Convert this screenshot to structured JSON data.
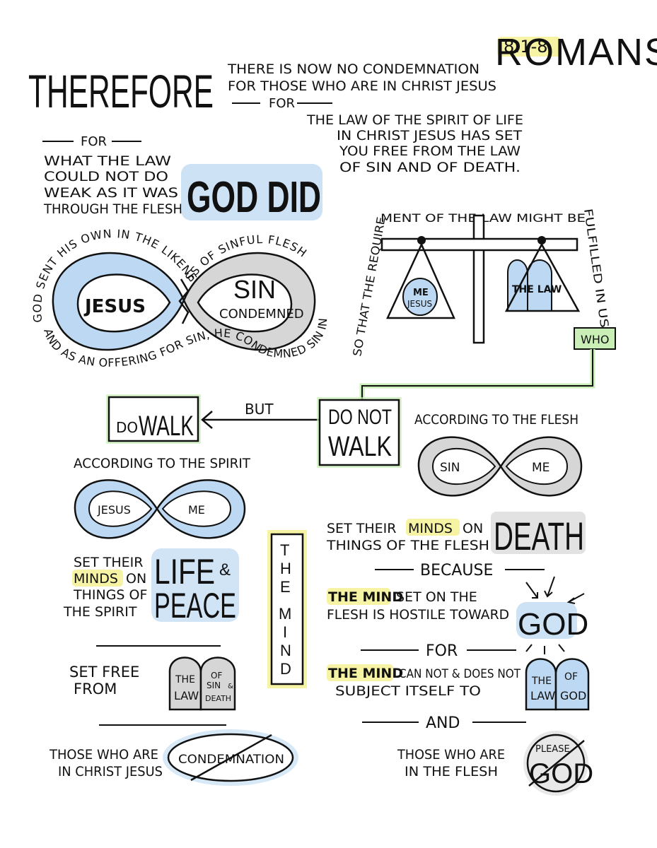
{
  "reference": {
    "book": "ROMANS",
    "verses": "8:1-8"
  },
  "intro": {
    "therefore": "THEREFORE",
    "line1": "THERE IS NOW NO CONDEMNATION",
    "line2": "FOR THOSE WHO ARE IN CHRIST JESUS",
    "for": "FOR",
    "law_lines": [
      "THE LAW OF THE SPIRIT OF LIFE",
      "IN CHRIST JESUS HAS SET",
      "YOU FREE FROM THE LAW",
      "OF SIN AND OF DEATH."
    ]
  },
  "god_did": {
    "for": "FOR",
    "lines": [
      "WHAT THE LAW",
      "COULD NOT DO",
      "WEAK AS IT WAS",
      "THROUGH THE FLESH"
    ],
    "big": "GOD DID"
  },
  "infinity_main": {
    "arc_top": "GOD SENT HIS OWN IN THE LIKENESS OF SINFUL FLESH",
    "arc_bottom": "AND AS AN OFFERING FOR SIN, HE CONDEMNED SIN IN THE FLESH",
    "left": "JESUS",
    "right_1": "SIN",
    "right_2": "CONDEMNED"
  },
  "scale": {
    "text_left": "SO THAT THE REQUIRE",
    "text_top": "MENT OF THE LAW MIGHT BE",
    "text_right": "FULFILLED IN US",
    "pan_left_1": "ME",
    "pan_left_2": "JESUS",
    "pan_right": "THE LAW",
    "who": "WHO"
  },
  "walk": {
    "do_walk_1": "DO",
    "do_walk_2": "WALK",
    "but": "BUT",
    "do_not_1": "DO NOT",
    "do_not_2": "WALK"
  },
  "flesh_side": {
    "header": "ACCORDING TO THE FLESH",
    "inf_left": "SIN",
    "inf_right": "ME",
    "minds_1a": "SET THEIR",
    "minds_1b": "MINDS",
    "minds_1c": "ON",
    "minds_2": "THINGS OF THE FLESH",
    "death": "DEATH",
    "because": "BECAUSE",
    "hostile_1a": "THE MIND",
    "hostile_1b": "SET ON THE",
    "hostile_2": "FLESH IS HOSTILE TOWARD",
    "god": "GOD",
    "for": "FOR",
    "cannot_1a": "THE MIND",
    "cannot_1b": "CAN NOT & DOES NOT",
    "cannot_2": "SUBJECT ITSELF TO",
    "tablet_left": [
      "THE",
      "LAW"
    ],
    "tablet_right": [
      "OF",
      "GOD"
    ],
    "and": "AND",
    "those_1": "THOSE WHO ARE",
    "those_2": "IN THE FLESH",
    "please": "PLEASE",
    "please_god": "GOD"
  },
  "spirit_side": {
    "header": "ACCORDING TO THE SPIRIT",
    "inf_left": "JESUS",
    "inf_right": "ME",
    "minds_1": "SET THEIR",
    "minds_2a": "MINDS",
    "minds_2b": "ON",
    "minds_3": "THINGS OF",
    "minds_4": "THE SPIRIT",
    "life": "LIFE",
    "amp": "&",
    "peace": "PEACE",
    "free_1": "SET FREE",
    "free_2": "FROM",
    "tablet_left": [
      "THE",
      "LAW"
    ],
    "tablet_right": [
      "OF",
      "SIN",
      "&",
      "DEATH"
    ],
    "those_1": "THOSE WHO ARE",
    "those_2": "IN CHRIST JESUS",
    "condemnation": "CONDEMNATION"
  },
  "the_mind": [
    "T",
    "H",
    "E",
    "M",
    "I",
    "N",
    "D"
  ],
  "colors": {
    "blue": "#bcd8f2",
    "grey": "#d6d6d6",
    "yellow": "#f6f3a4",
    "green": "#c9efb6",
    "ink": "#111111"
  }
}
